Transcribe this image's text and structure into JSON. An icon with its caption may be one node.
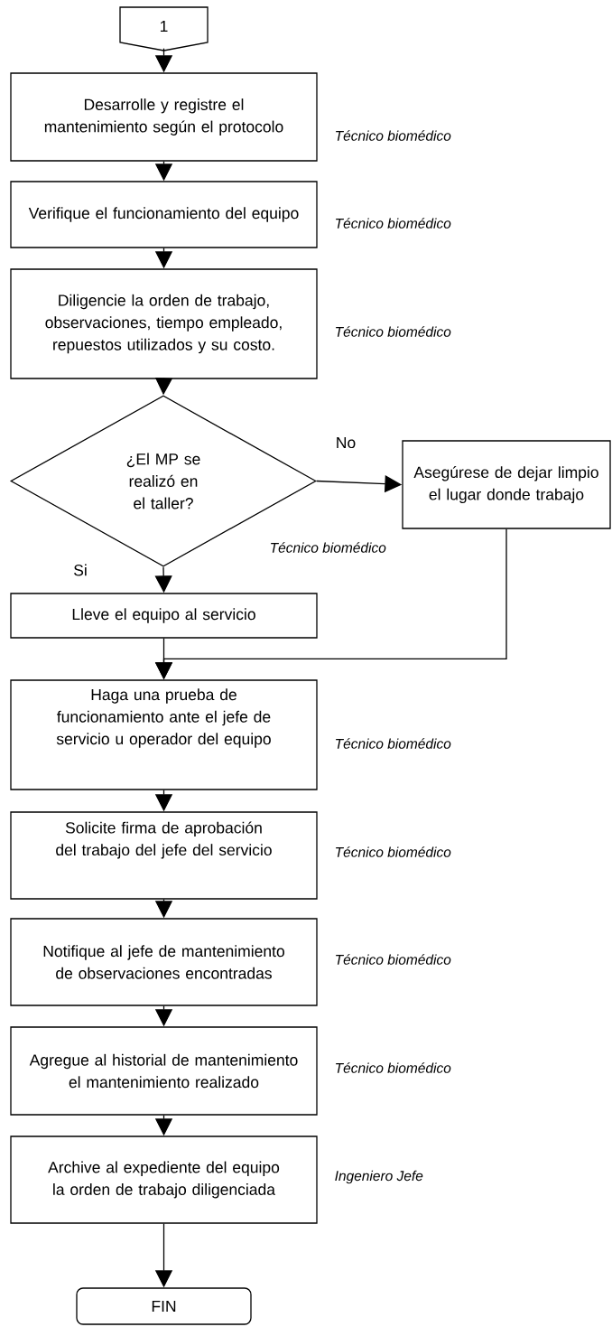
{
  "diagram": {
    "nodes": [
      {
        "text": [
          "1"
        ]
      },
      {
        "text": [
          "Desarrolle y registre el mantenimiento según el protocolo"
        ],
        "beside": [
          "Técnico biomédico"
        ]
      },
      {
        "text": [
          "Verifique el funcionamiento del equipo"
        ],
        "beside": [
          "Técnico biomédico"
        ]
      },
      {
        "text": [
          "Diligencie la orden de trabajo, observaciones, tiempo empleado, repuestos utilizados y su costo."
        ],
        "beside": [
          "Técnico biomédico"
        ]
      },
      {
        "text": [
          "¿El MP se realizó en el taller?"
        ],
        "beside": [
          "Técnico biomédico"
        ]
      },
      {
        "text": [
          "Asegúrese de dejar limpio el lugar donde trabajo"
        ]
      },
      {
        "text": [
          "Lleve el equipo al servicio"
        ]
      },
      {
        "text": [
          "Haga una prueba de funcionamiento ante el jefe de servicio u operador del equipo"
        ],
        "beside": [
          "Técnico biomédico"
        ]
      },
      {
        "text": [
          "Solicite firma de aprobación del trabajo del jefe del servicio"
        ],
        "beside": [
          "Técnico biomédico"
        ]
      },
      {
        "text": [
          "Notifique al jefe de mantenimiento de observaciones encontradas"
        ],
        "beside": [
          "Técnico biomédico"
        ]
      },
      {
        "text": [
          "Agregue al historial de mantenimiento el mantenimiento realizado"
        ],
        "beside": [
          "Técnico biomédico"
        ]
      },
      {
        "text": [
          "Archive al expediente del equipo la orden de trabajo diligenciada"
        ],
        "beside": [
          "Ingeniero Jefe"
        ]
      },
      {
        "text": [
          "FIN"
        ]
      }
    ],
    "edges": [
      {
        "from": 0,
        "to": 1,
        "arrow": "to"
      },
      {
        "from": 1,
        "to": 2,
        "arrow": "to"
      },
      {
        "from": 2,
        "to": 3,
        "arrow": "to"
      },
      {
        "from": 3,
        "to": 4,
        "arrow": "to"
      },
      {
        "from": 4,
        "to": 5,
        "arrow": "to",
        "label": "No"
      },
      {
        "from": 4,
        "to": 6,
        "arrow": "to",
        "label": "Si"
      },
      {
        "from": 6,
        "to": 7,
        "arrow": "to"
      },
      {
        "from": 5,
        "to": 7,
        "arrow": "to"
      },
      {
        "from": 7,
        "to": 8,
        "arrow": "to"
      },
      {
        "from": 8,
        "to": 9,
        "arrow": "to"
      },
      {
        "from": 9,
        "to": 10,
        "arrow": "to"
      },
      {
        "from": 10,
        "to": 11,
        "arrow": "to"
      },
      {
        "from": 11,
        "to": 12,
        "arrow": "to"
      }
    ]
  }
}
